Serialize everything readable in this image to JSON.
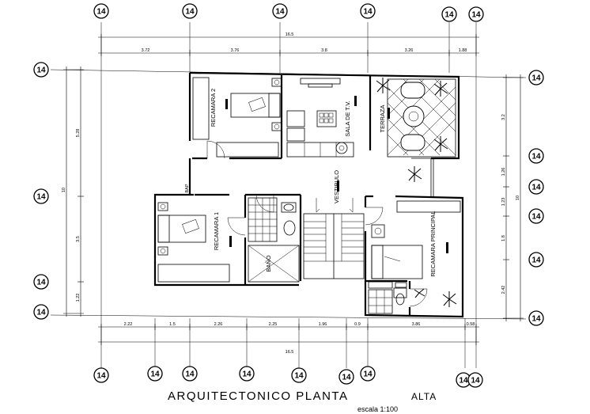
{
  "title": {
    "main": "ARQUITECTONICO PLANTA",
    "suffix": "ALTA",
    "scale": "escala 1:100"
  },
  "axis_label": "14",
  "rooms": {
    "recamara2": "RECAMARA 2",
    "sala": "SALA DE T.V.",
    "terraza": "TERRAZA",
    "vestibulo": "VESTIBULO",
    "recamara1": "RECAMARA 1",
    "bano": "BAÑO",
    "recamara_principal": "RECAMARA PRINCIPAL",
    "bap": "BAP"
  },
  "dims": {
    "top_total": "16.5",
    "top": [
      "3.72",
      "3.76",
      "3.8",
      "3.26",
      "1.88"
    ],
    "bottom": [
      "2.22",
      "1.5",
      "2.26",
      "2.25",
      "1.96",
      "0.9",
      "3.86",
      "0.58"
    ],
    "bottom_total": "16.5",
    "left_total": "10",
    "left": [
      "5.28",
      "3.5",
      "1.22"
    ],
    "right_total": "10",
    "right": [
      "3.2",
      "1.26",
      "1.23",
      "1.8",
      "2.42"
    ]
  }
}
